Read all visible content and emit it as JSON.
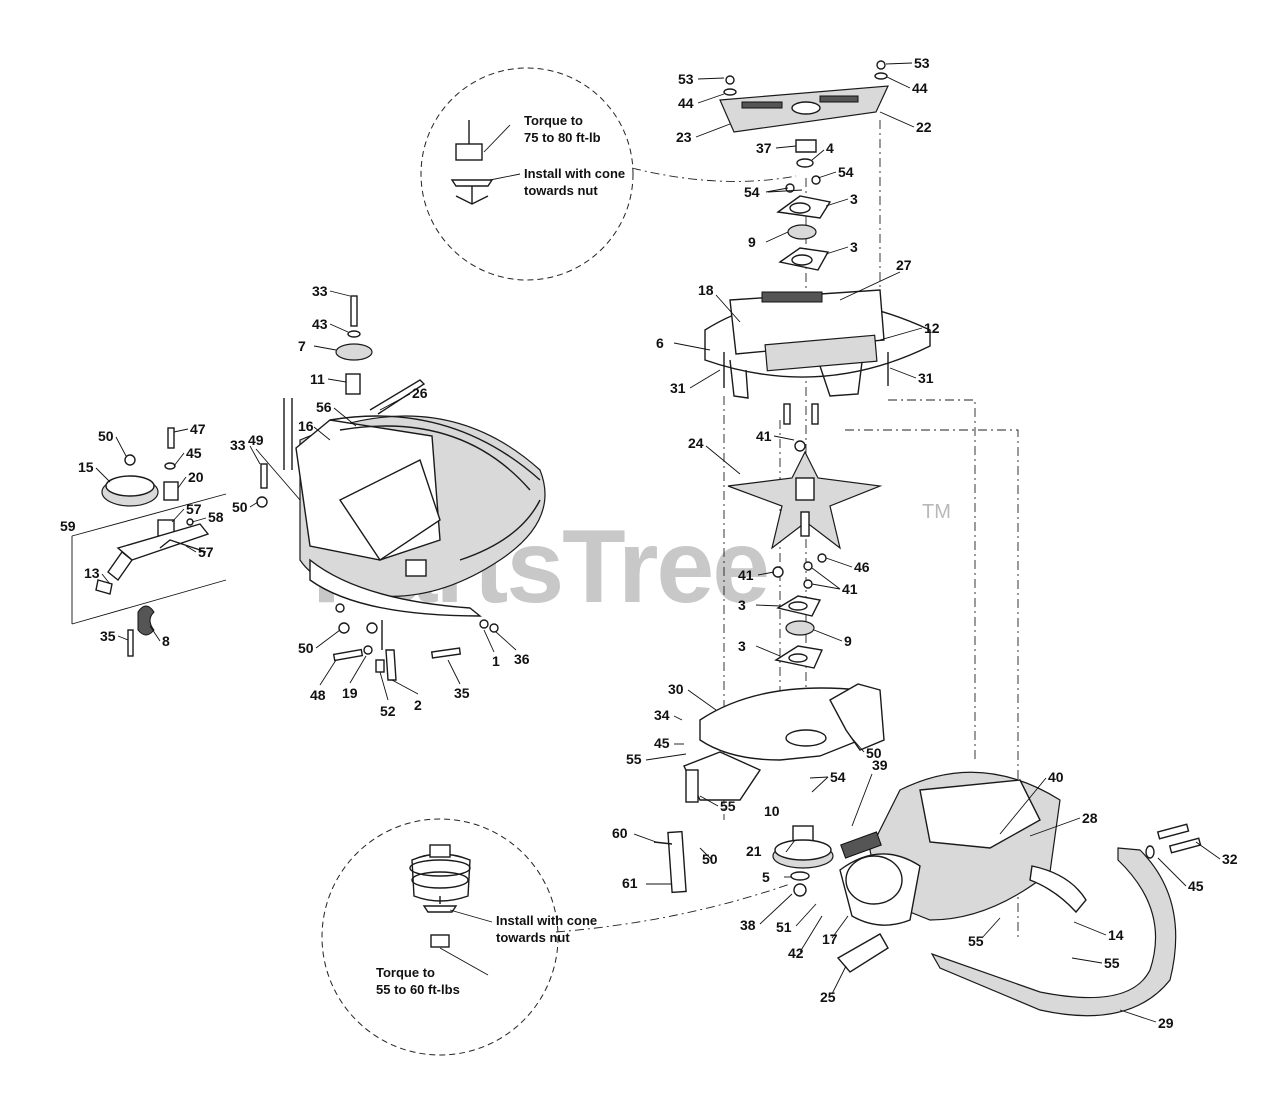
{
  "watermark": {
    "text": "PartsTree",
    "trademark": "TM"
  },
  "callouts": {
    "top": {
      "torque": [
        "Torque to",
        "75 to 80 ft-lb"
      ],
      "install": [
        "Install with cone",
        "towards nut"
      ]
    },
    "bottom": {
      "install": [
        "Install with cone",
        "towards nut"
      ],
      "torque": [
        "Torque to",
        "55 to 60 ft-lbs"
      ]
    }
  },
  "labels": [
    "53",
    "44",
    "23",
    "53",
    "44",
    "22",
    "37",
    "4",
    "54",
    "54",
    "3",
    "9",
    "3",
    "27",
    "18",
    "12",
    "6",
    "31",
    "31",
    "41",
    "24",
    "46",
    "41",
    "41",
    "3",
    "9",
    "3",
    "30",
    "34",
    "45",
    "50",
    "55",
    "54",
    "55",
    "10",
    "39",
    "40",
    "28",
    "60",
    "50",
    "21",
    "5",
    "61",
    "38",
    "51",
    "42",
    "17",
    "25",
    "55",
    "14",
    "55",
    "29",
    "32",
    "45",
    "33",
    "43",
    "7",
    "11",
    "26",
    "56",
    "16",
    "49",
    "33",
    "50",
    "47",
    "50",
    "45",
    "15",
    "20",
    "57",
    "58",
    "59",
    "57",
    "13",
    "8",
    "35",
    "50",
    "48",
    "19",
    "52",
    "2",
    "35",
    "1",
    "36"
  ]
}
